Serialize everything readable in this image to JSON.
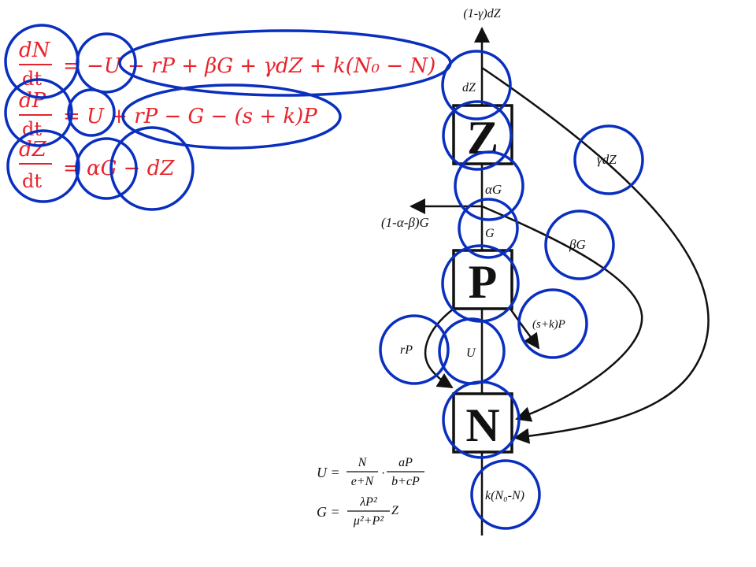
{
  "equations": {
    "n": {
      "lhs_num": "dN",
      "lhs_den": "dt",
      "rhs": "= −U − rP + βG + γdZ  + k(N₀ − N)"
    },
    "p": {
      "lhs_num": "dP",
      "lhs_den": "dt",
      "rhs": "= U + rP − G − (s + k)P"
    },
    "z": {
      "lhs_num": "dZ",
      "lhs_den": "dt",
      "rhs": "= αG − dZ"
    }
  },
  "boxes": {
    "z": "Z",
    "p": "P",
    "n": "N"
  },
  "flows": {
    "top_export": "(1-γ)dZ",
    "dz": "dZ",
    "gamma_dz": "γdZ",
    "alpha_g": "αG",
    "loss_g": "(1-α-β)G",
    "g": "G",
    "beta_g": "βG",
    "sk_p": "(s+k)P",
    "rp": "rP",
    "u": "U",
    "input": "k(N₀-N)"
  },
  "formulas": {
    "u_lhs": "U =",
    "u_f1_num": "N",
    "u_f1_den": "e+N",
    "u_f2_num": "aP",
    "u_f2_den": "b+cP",
    "g_lhs": "G =",
    "g_num": "λP²",
    "g_den": "μ²+P²",
    "g_tail": "Z"
  },
  "colors": {
    "equation": "#e8232b",
    "annotation": "#0a2fbf",
    "diagram": "#111111"
  }
}
